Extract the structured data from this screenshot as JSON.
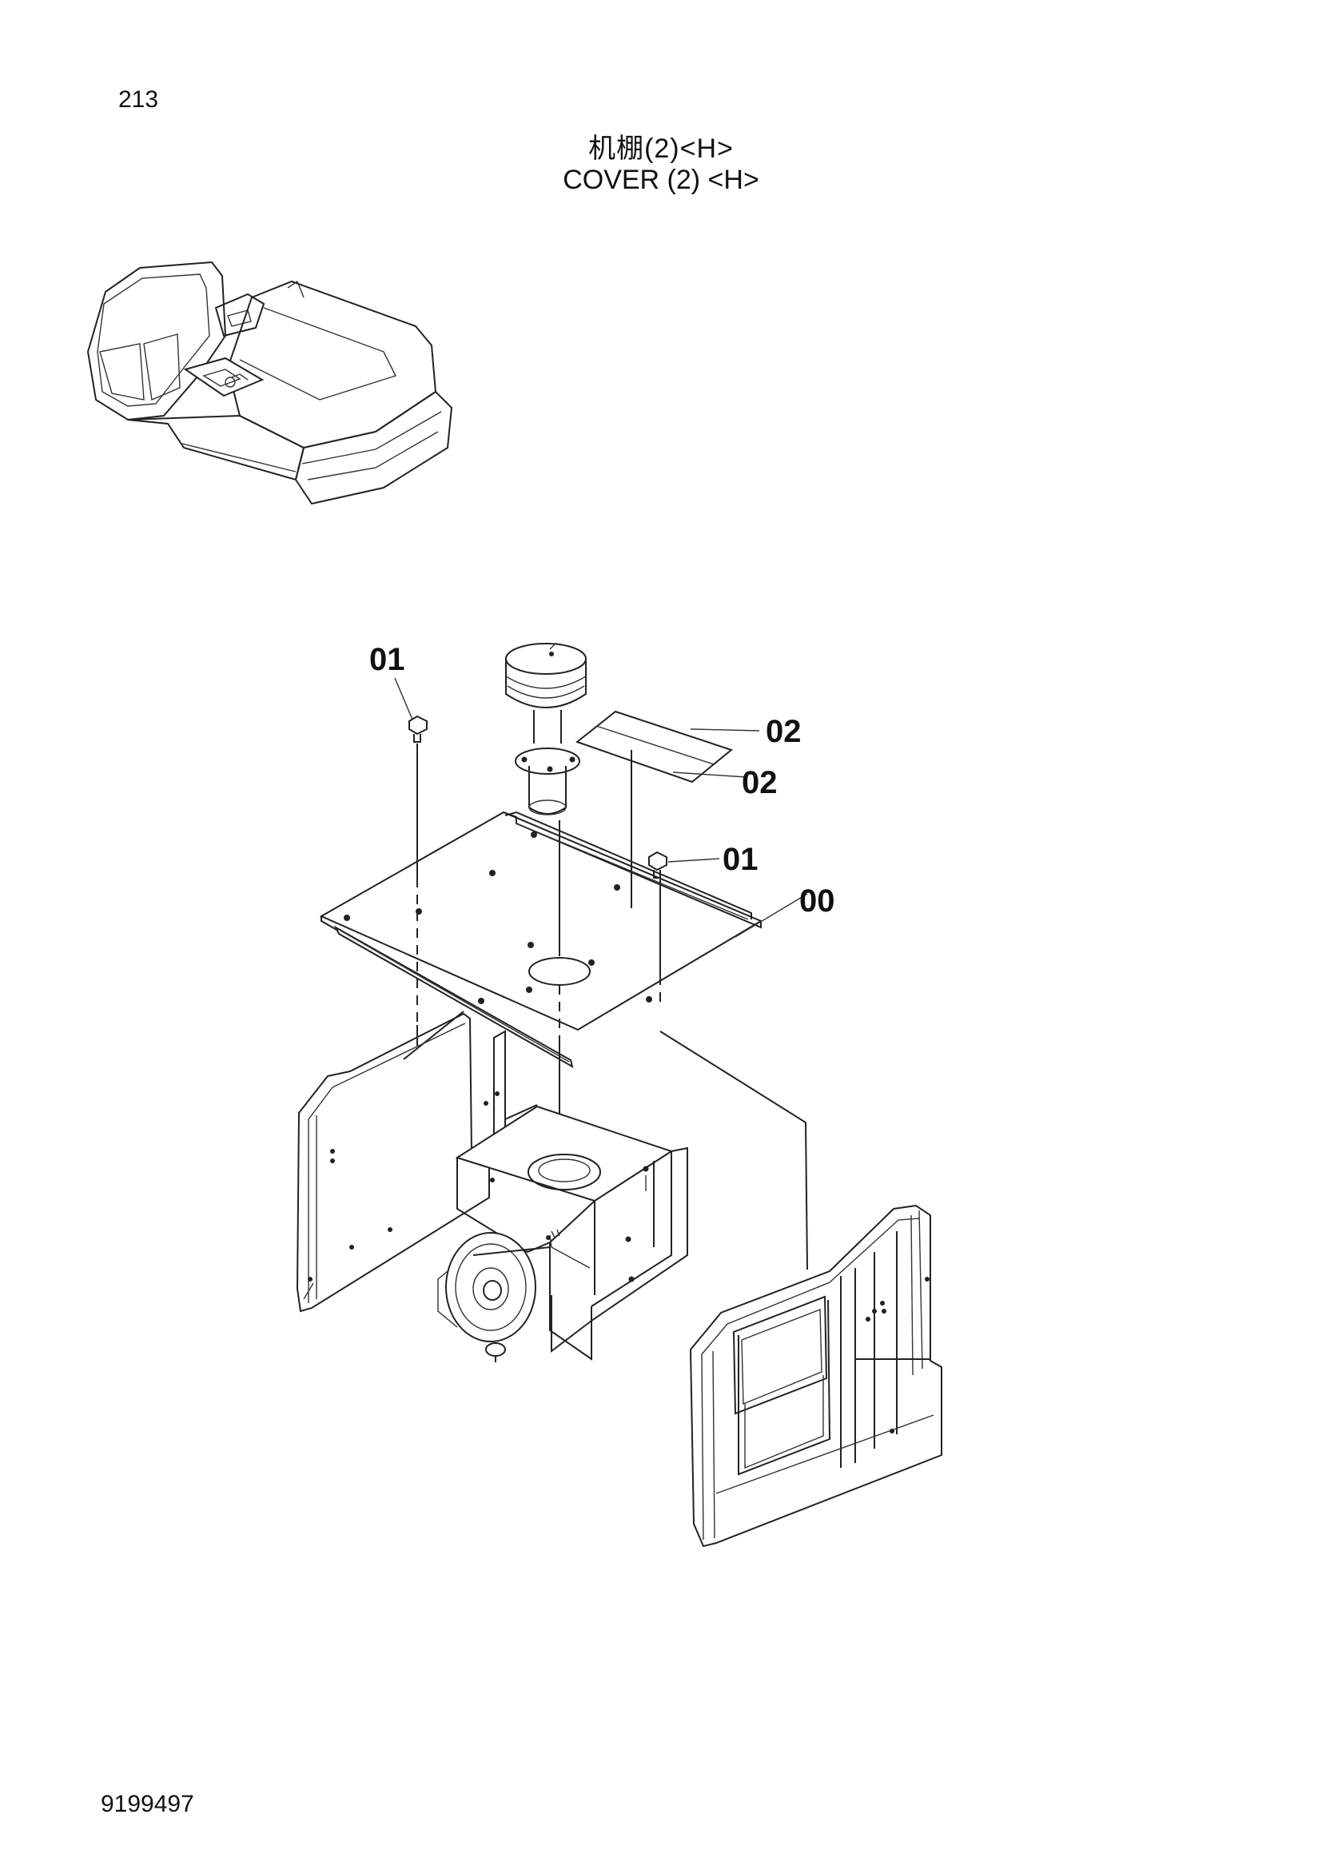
{
  "page_number": "213",
  "title_cn": "机棚(2)<H>",
  "title_en": "COVER (2) <H>",
  "doc_number": "9199497",
  "callouts": {
    "c01_top": "01",
    "c02_upper": "02",
    "c02_lower": "02",
    "c01_right": "01",
    "c00": "00"
  }
}
